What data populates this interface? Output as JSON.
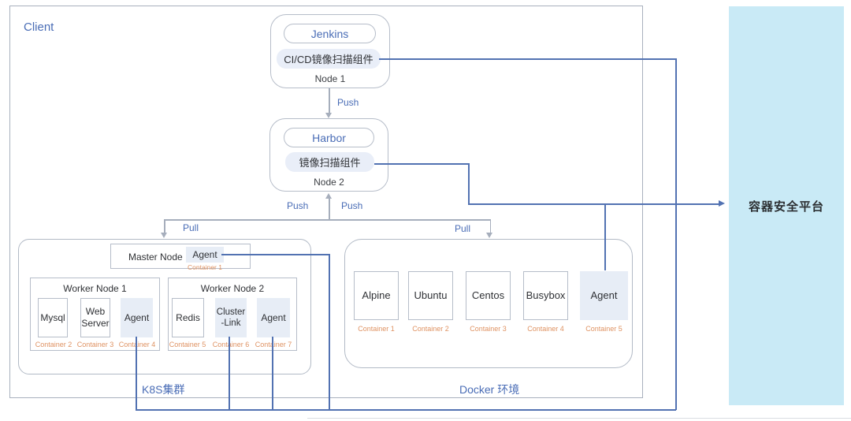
{
  "client": {
    "label": "Client"
  },
  "platform": {
    "label": "容器安全平台"
  },
  "node1": {
    "app": "Jenkins",
    "component": "CI/CD镜像扫描组件",
    "name": "Node 1"
  },
  "node2": {
    "app": "Harbor",
    "component": "镜像扫描组件",
    "name": "Node 2"
  },
  "labels": {
    "push_node1_node2": "Push",
    "push_left": "Push",
    "push_right": "Push",
    "pull_k8s": "Pull",
    "pull_docker": "Pull"
  },
  "k8s": {
    "title": "K8S集群",
    "master": {
      "name": "Master Node",
      "agent": "Agent",
      "agent_container": "Container 1"
    },
    "worker1": {
      "name": "Worker Node 1",
      "items": [
        {
          "label": "Mysql",
          "container": "Container 2"
        },
        {
          "label": "Web Server",
          "container": "Container 3"
        },
        {
          "label": "Agent",
          "container": "Container 4"
        }
      ]
    },
    "worker2": {
      "name": "Worker Node 2",
      "items": [
        {
          "label": "Redis",
          "container": "Container 5"
        },
        {
          "label": "Cluster -Link",
          "container": "Container 6"
        },
        {
          "label": "Agent",
          "container": "Container 7"
        }
      ]
    }
  },
  "docker": {
    "title": "Docker 环境",
    "items": [
      {
        "label": "Alpine",
        "container": "Container 1"
      },
      {
        "label": "Ubuntu",
        "container": "Container 2"
      },
      {
        "label": "Centos",
        "container": "Container 3"
      },
      {
        "label": "Busybox",
        "container": "Container 4"
      },
      {
        "label": "Agent",
        "container": "Container 5"
      }
    ]
  },
  "colors": {
    "accent_blue": "#4a6db6",
    "line_blue": "#5272b2",
    "line_gray": "#a6aebc",
    "container_label_orange": "#df9262",
    "agent_fill": "#e7edf6",
    "platform_fill": "#c9eaf6"
  }
}
